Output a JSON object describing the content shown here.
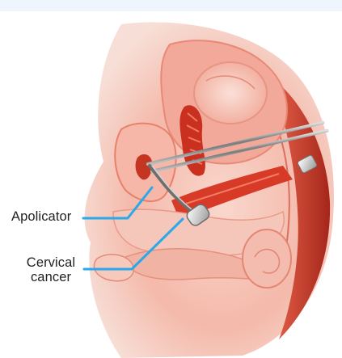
{
  "labels": {
    "applicator": "Apolicator",
    "cervical_line1": "Cervical",
    "cervical_line2": "cancer"
  },
  "colors": {
    "background": "#ffffff",
    "top_band": "#eef5fc",
    "leader_line": "#2aa9ea",
    "tissue_light": "#f7c4b8",
    "tissue_mid": "#ea8c7c",
    "tissue_dark": "#d03a2a",
    "instrument": "#6e6e6e"
  }
}
